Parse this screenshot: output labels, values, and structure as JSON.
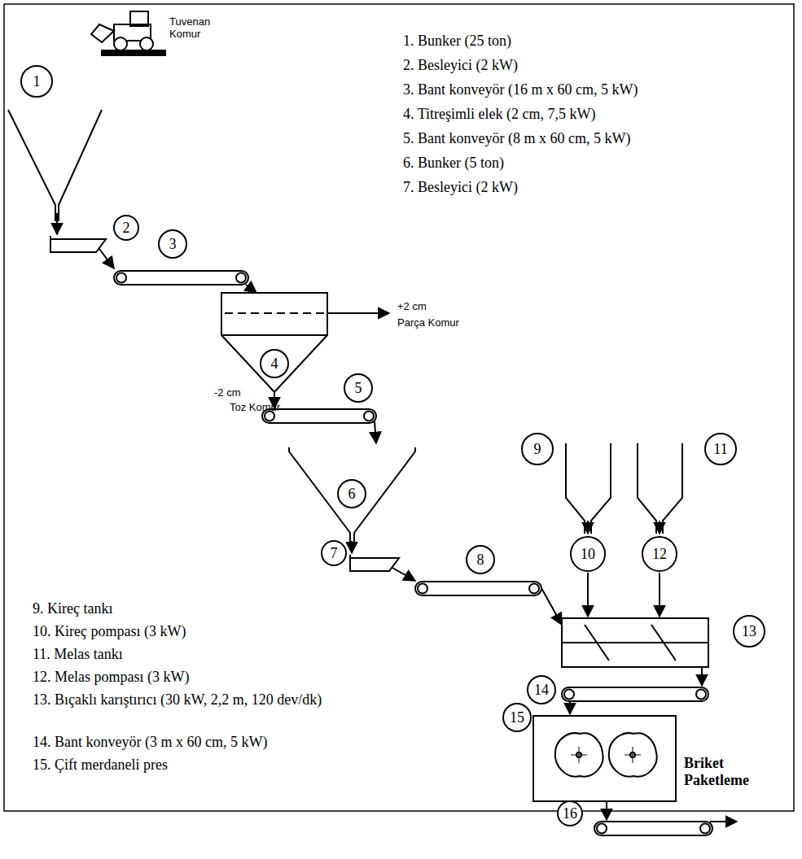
{
  "diagram": {
    "nodes": [
      {
        "text": [
          "1"
        ]
      },
      {
        "text": [
          "2"
        ]
      },
      {
        "text": [
          "3"
        ]
      },
      {
        "text": [
          "4"
        ]
      },
      {
        "text": [
          "5"
        ]
      },
      {
        "text": [
          "6"
        ]
      },
      {
        "text": [
          "9"
        ]
      },
      {
        "text": [
          "11"
        ]
      },
      {
        "text": [
          "7"
        ]
      },
      {
        "text": [
          "8"
        ]
      },
      {
        "text": [
          "10"
        ]
      },
      {
        "text": [
          "12"
        ]
      },
      {
        "text": [
          "13"
        ]
      },
      {
        "text": [
          "14"
        ]
      },
      {
        "text": [
          "15"
        ]
      },
      {
        "text": [
          "16"
        ]
      }
    ],
    "labels": [
      "Tuvenan Komur",
      "1. Bunker (25 ton)",
      "2. Besleyici (2 kW)",
      "3. Bant konveyör (16 m x 60 cm, 5 kW)",
      "4. Titreşimli elek (2 cm, 7,5 kW)",
      "5. Bant konveyör (8 m x 60 cm, 5 kW)",
      "6. Bunker (5 ton)",
      "7. Besleyici (2 kW)",
      "+2 cm",
      "Parça Komur",
      "-2 cm",
      "Toz Komur",
      "9. Kireç tankı",
      "10. Kireç pompası (3 kW)",
      "11. Melas tankı",
      "12. Melas pompası (3 kW)",
      "13. Bıçaklı karıştırıcı (30 kW, 2,2 m, 120 dev/dk)",
      "14. Bant konveyör (3 m x 60 cm, 5 kW)",
      "15. Çift merdaneli pres",
      "Briket Paketleme"
    ]
  }
}
